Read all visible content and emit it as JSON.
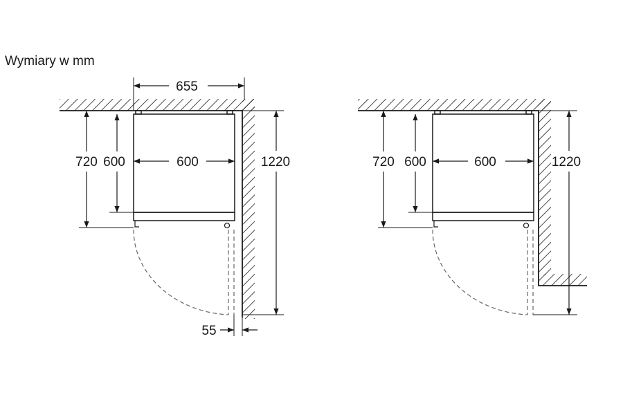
{
  "title": "Wymiary w mm",
  "diagrams": [
    {
      "depth_total": "655",
      "appliance_width": "600",
      "door_height": "720",
      "body_height": "600",
      "door_swing_depth": "1220",
      "wall_gap": "55"
    },
    {
      "appliance_width": "600",
      "door_height": "720",
      "body_height": "600",
      "door_swing_depth": "1220"
    }
  ]
}
